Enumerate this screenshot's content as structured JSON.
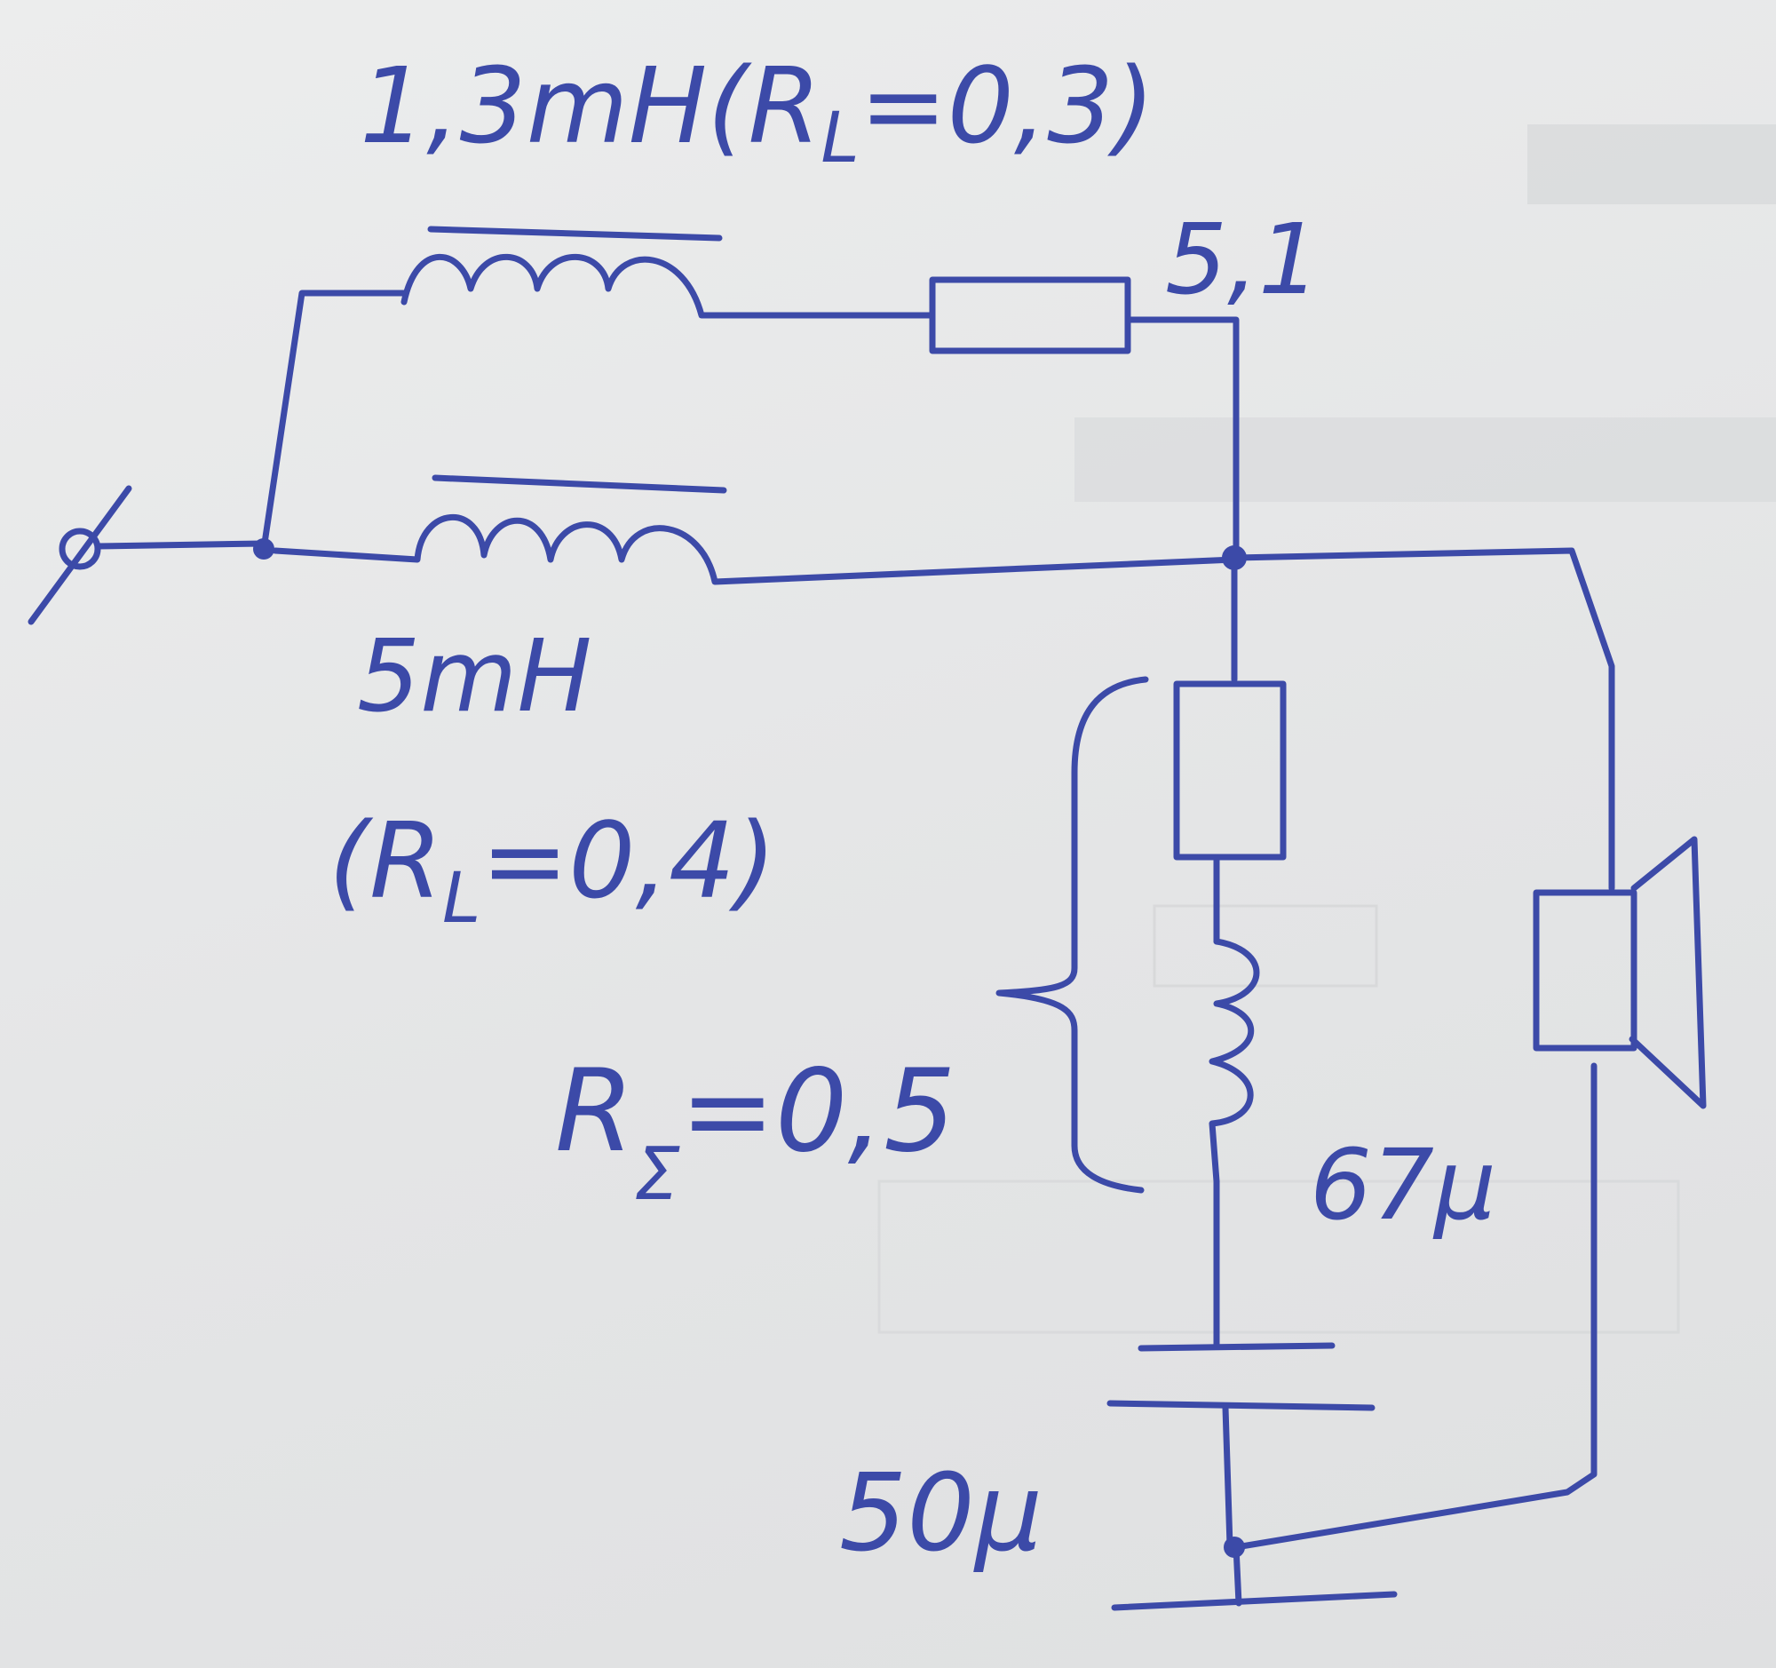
{
  "labels": {
    "inductor_top": "1,3mH(R",
    "inductor_top_sub": "L",
    "inductor_top_tail": "=0,3)",
    "resistor_top": "5,1",
    "inductor_bottom": "5mH",
    "inductor_bottom_r": "(R",
    "inductor_bottom_r_sub": "L",
    "inductor_bottom_r_tail": "=0,4)",
    "r_sigma": "R",
    "r_sigma_sub": "Σ",
    "r_sigma_tail": "=0,5",
    "inductor_series": "67μ",
    "capacitor": "50μ"
  },
  "colors": {
    "ink": "#3c4aa8",
    "paper": "#e7e8e9"
  }
}
